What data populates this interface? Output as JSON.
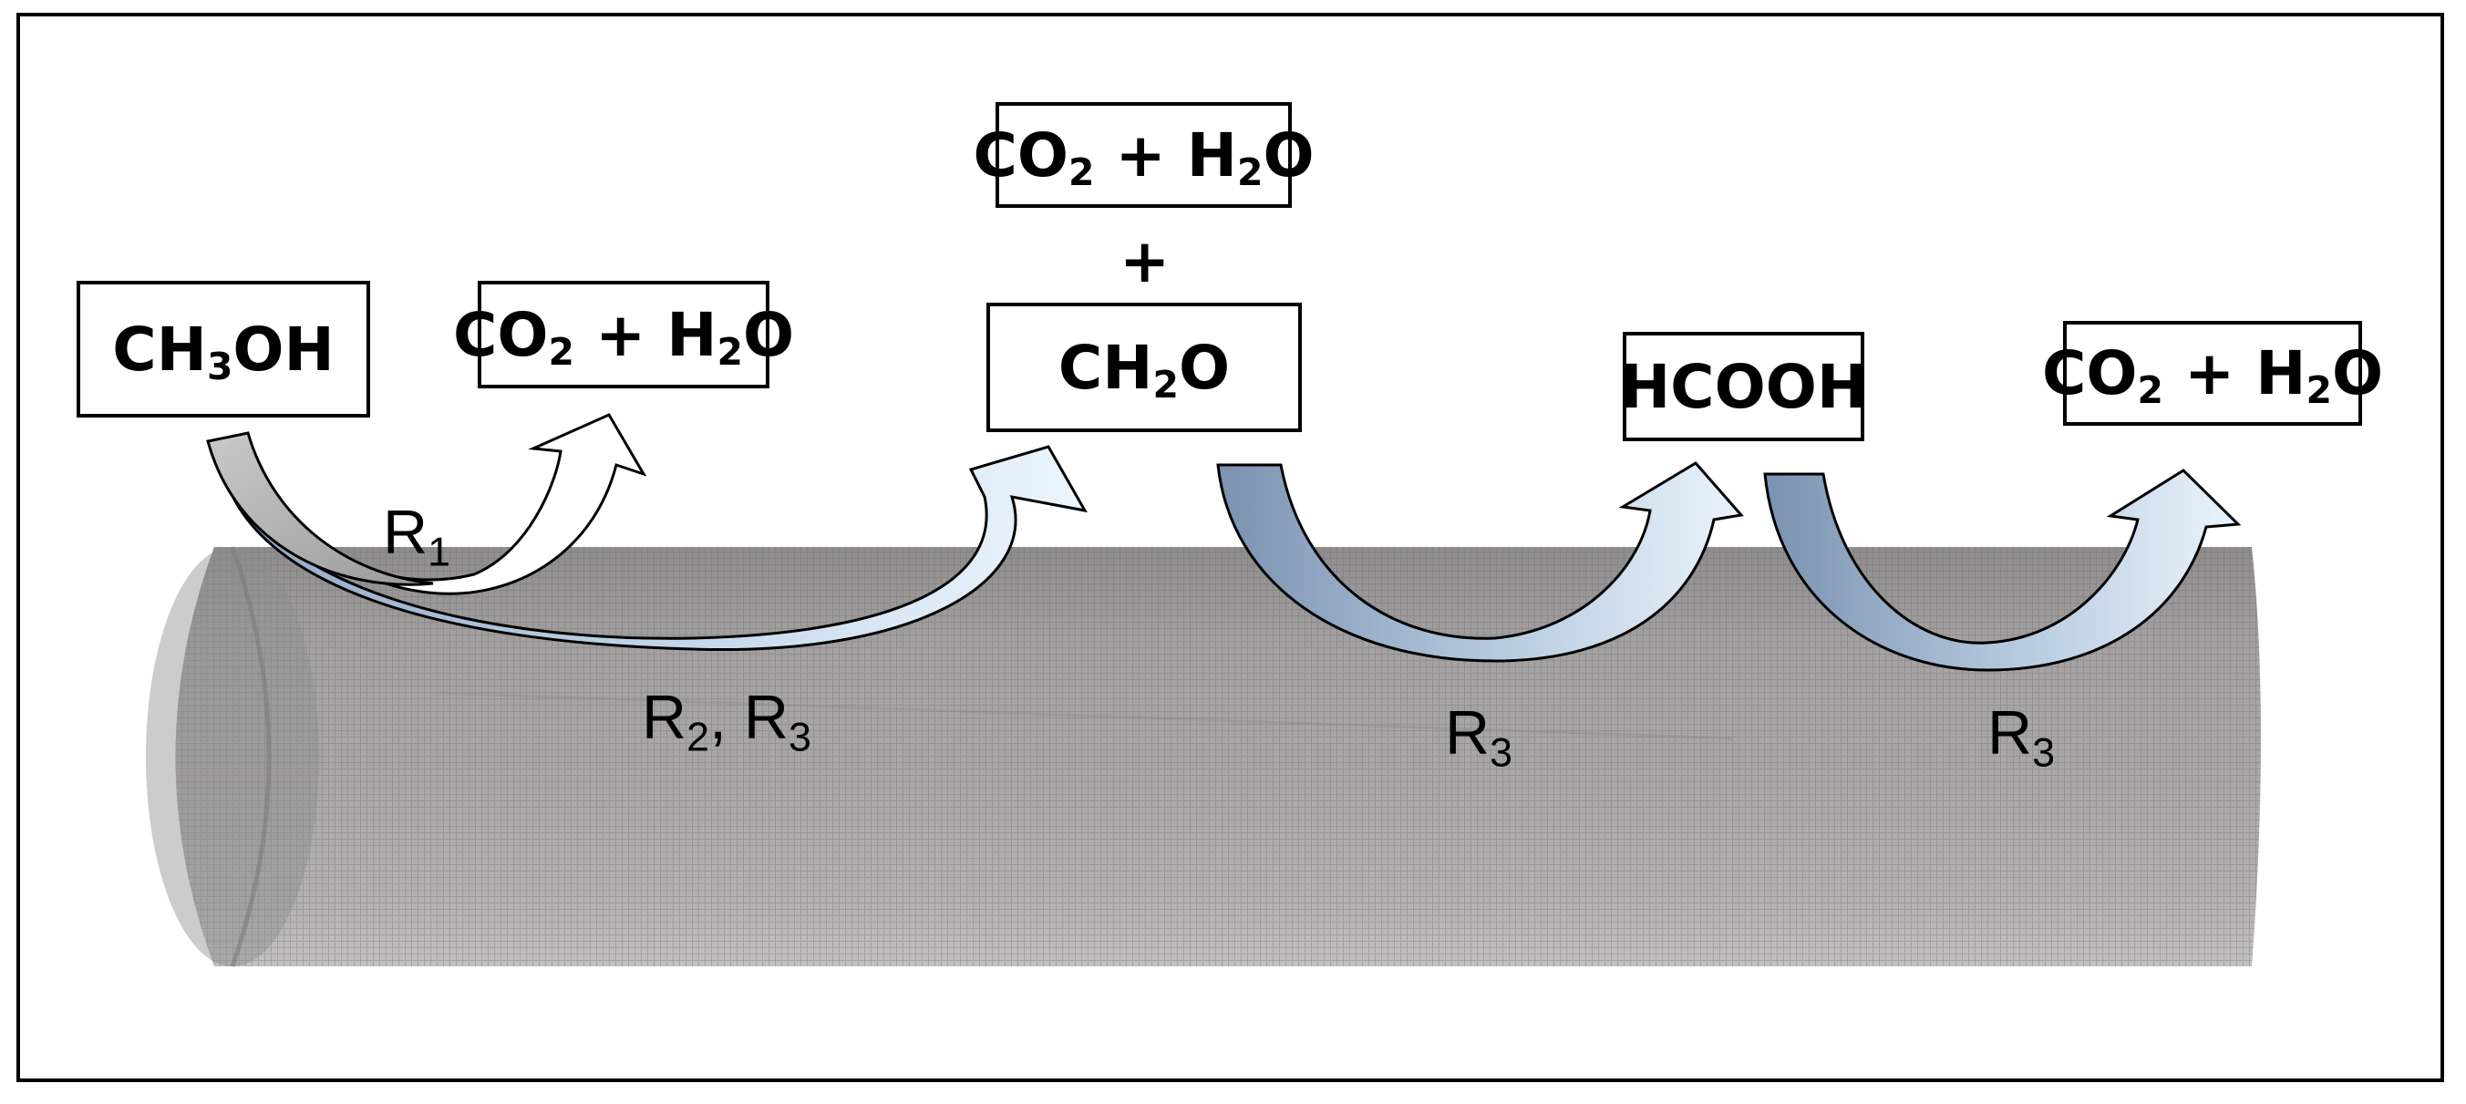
{
  "species": {
    "methanol": {
      "pre": "CH",
      "sub": "3",
      "post": "OH"
    },
    "co2_h2o_1": {
      "a": "CO",
      "a_sub": "2",
      "mid": " + H",
      "b_sub": "2",
      "post": "O"
    },
    "co2_h2o_top": {
      "a": "CO",
      "a_sub": "2",
      "mid": " + H",
      "b_sub": "2",
      "post": "O"
    },
    "plus": "+",
    "formaldehyde": {
      "pre": "CH",
      "sub": "2",
      "post": "O"
    },
    "formic_acid": "HCOOH",
    "co2_h2o_end": {
      "a": "CO",
      "a_sub": "2",
      "mid": " + H",
      "b_sub": "2",
      "post": "O"
    }
  },
  "reactions": {
    "r1": {
      "main": "R",
      "sub": "1"
    },
    "r23": {
      "a": "R",
      "a_sub": "2",
      "sep": ", R",
      "b_sub": "3"
    },
    "r3_a": {
      "main": "R",
      "sub": "3"
    },
    "r3_b": {
      "main": "R",
      "sub": "3"
    }
  },
  "colors": {
    "frame": "#000000",
    "mesh_tube": "#9a9898",
    "arrow_gray": "#a9a9a9",
    "arrow_blue_dark": "#7f97b5",
    "arrow_blue_light": "#e3f0fc",
    "arrow_white": "#ffffff"
  }
}
